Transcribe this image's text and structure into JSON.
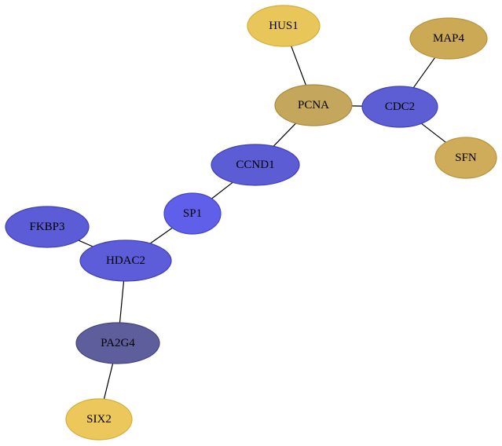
{
  "nodes": [
    {
      "id": "HUS1",
      "label": "HUS1",
      "fill": "#e9c65a",
      "stroke": "#d4ad36"
    },
    {
      "id": "MAP4",
      "label": "MAP4",
      "fill": "#cca955",
      "stroke": "#b8943a"
    },
    {
      "id": "PCNA",
      "label": "PCNA",
      "fill": "#c4a65c",
      "stroke": "#a88b40"
    },
    {
      "id": "CDC2",
      "label": "CDC2",
      "fill": "#5d5dd4",
      "stroke": "#3f3fb8"
    },
    {
      "id": "SFN",
      "label": "SFN",
      "fill": "#cfac5a",
      "stroke": "#b8943a"
    },
    {
      "id": "CCND1",
      "label": "CCND1",
      "fill": "#5c5cd5",
      "stroke": "#3f3fb8"
    },
    {
      "id": "SP1",
      "label": "SP1",
      "fill": "#5f5fea",
      "stroke": "#4343cc"
    },
    {
      "id": "FKBP3",
      "label": "FKBP3",
      "fill": "#5c5cd6",
      "stroke": "#3f3fb8"
    },
    {
      "id": "HDAC2",
      "label": "HDAC2",
      "fill": "#5d5dd9",
      "stroke": "#3f3fb8"
    },
    {
      "id": "PA2G4",
      "label": "PA2G4",
      "fill": "#5e5e9c",
      "stroke": "#444480"
    },
    {
      "id": "SIX2",
      "label": "SIX2",
      "fill": "#ecc75b",
      "stroke": "#d4ad36"
    }
  ],
  "edges": [
    {
      "source": "HUS1",
      "target": "PCNA"
    },
    {
      "source": "PCNA",
      "target": "CDC2"
    },
    {
      "source": "MAP4",
      "target": "CDC2"
    },
    {
      "source": "CDC2",
      "target": "SFN"
    },
    {
      "source": "PCNA",
      "target": "CCND1"
    },
    {
      "source": "CCND1",
      "target": "SP1"
    },
    {
      "source": "SP1",
      "target": "HDAC2"
    },
    {
      "source": "FKBP3",
      "target": "HDAC2"
    },
    {
      "source": "HDAC2",
      "target": "PA2G4"
    },
    {
      "source": "PA2G4",
      "target": "SIX2"
    }
  ]
}
